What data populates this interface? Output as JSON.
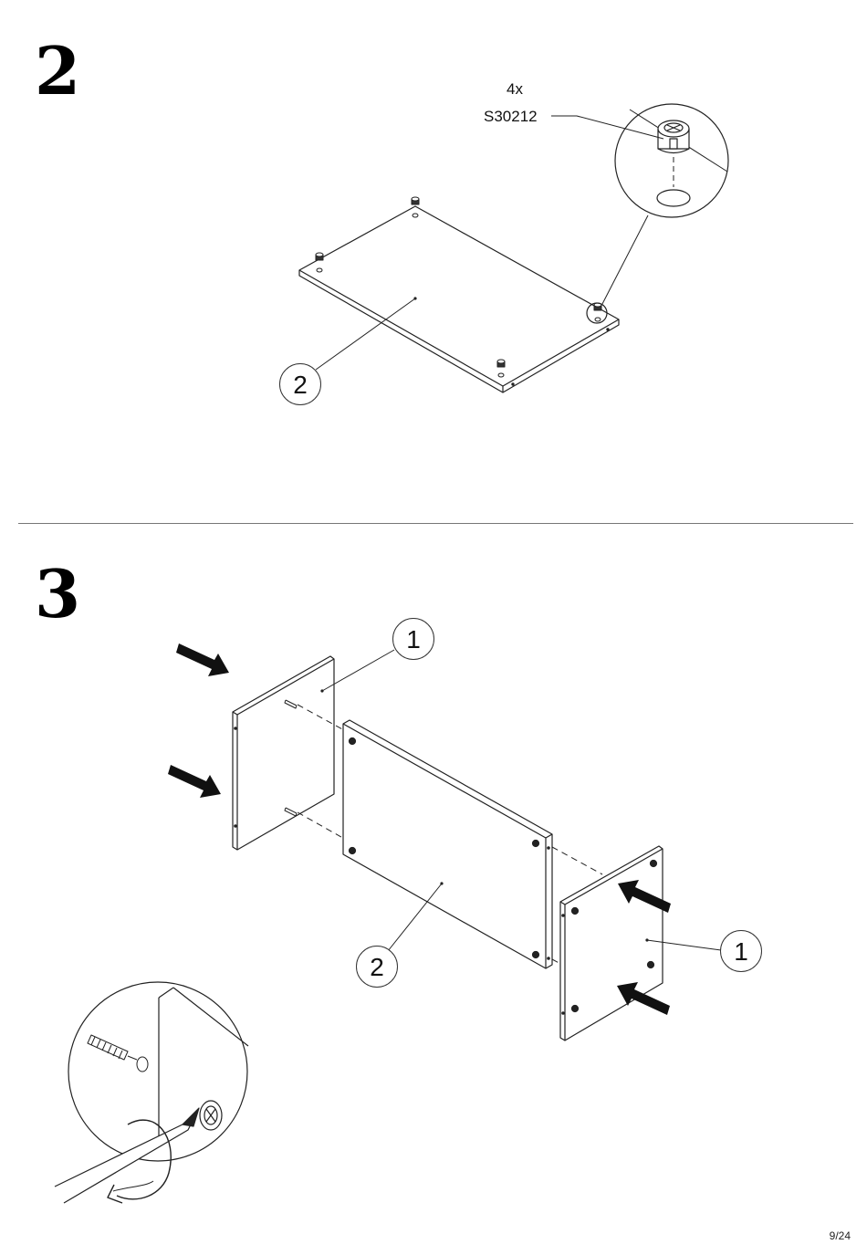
{
  "steps": {
    "step2": {
      "number": "2"
    },
    "step3": {
      "number": "3"
    }
  },
  "hardware": {
    "quantity": "4x",
    "part_code": "S30212"
  },
  "callouts": {
    "step2_panel": "2",
    "step3_left_side": "1",
    "step3_bottom": "2",
    "step3_right_side": "1"
  },
  "footer": {
    "page": "9/24"
  }
}
